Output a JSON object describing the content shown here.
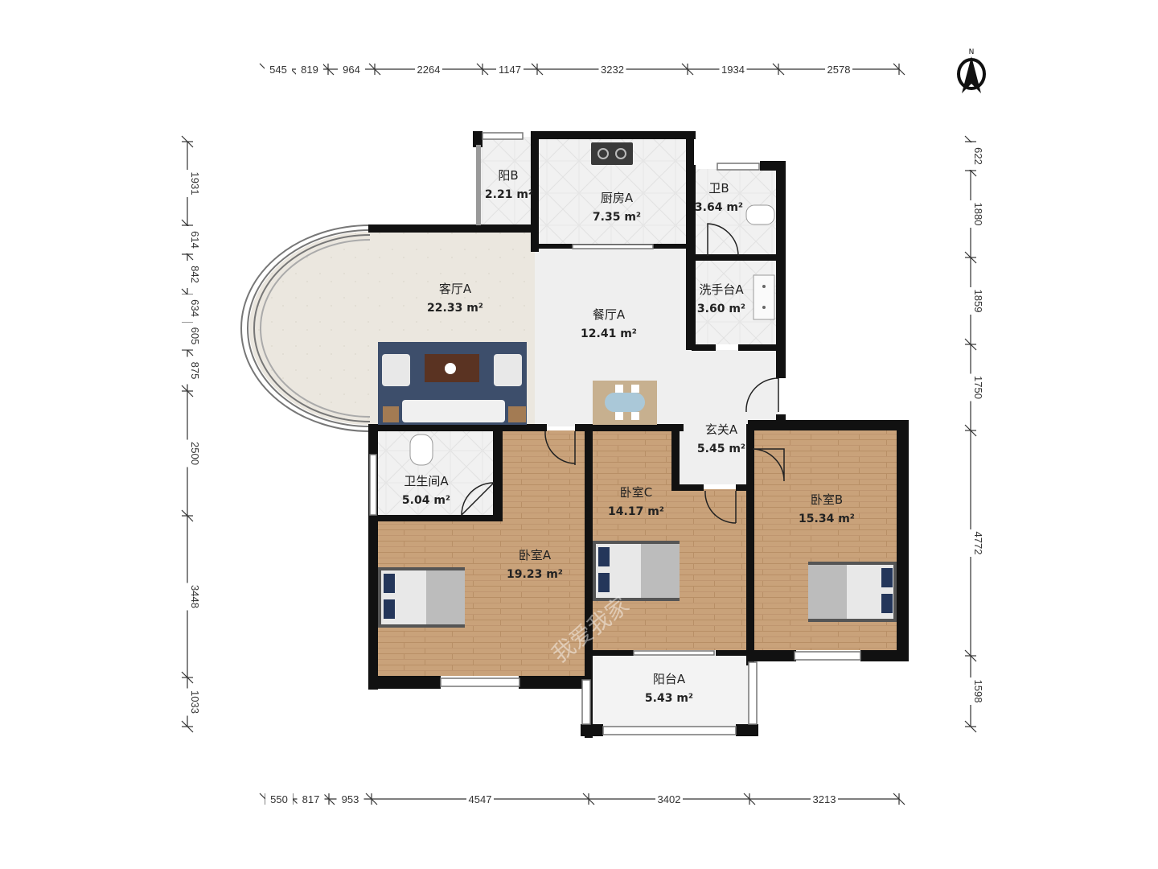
{
  "compass": {
    "label": "N"
  },
  "watermark": {
    "text": "我爱我家"
  },
  "rooms": [
    {
      "id": "balcony-b",
      "name": "阳B",
      "area": "2.21 m²"
    },
    {
      "id": "kitchen-a",
      "name": "厨房A",
      "area": "7.35 m²"
    },
    {
      "id": "bath-b",
      "name": "卫B",
      "area": "3.64 m²"
    },
    {
      "id": "living-a",
      "name": "客厅A",
      "area": "22.33 m²"
    },
    {
      "id": "dining-a",
      "name": "餐厅A",
      "area": "12.41 m²"
    },
    {
      "id": "washbasin-a",
      "name": "洗手台A",
      "area": "3.60 m²"
    },
    {
      "id": "foyer-a",
      "name": "玄关A",
      "area": "5.45 m²"
    },
    {
      "id": "bath-a",
      "name": "卫生间A",
      "area": "5.04 m²"
    },
    {
      "id": "bedroom-c",
      "name": "卧室C",
      "area": "14.17 m²"
    },
    {
      "id": "bedroom-b",
      "name": "卧室B",
      "area": "15.34 m²"
    },
    {
      "id": "bedroom-a",
      "name": "卧室A",
      "area": "19.23 m²"
    },
    {
      "id": "balcony-a",
      "name": "阳台A",
      "area": "5.43 m²"
    }
  ],
  "dimensions": {
    "top": [
      "545",
      "819",
      "964",
      "2264",
      "1147",
      "3232",
      "1934",
      "2578"
    ],
    "bottom": [
      "550",
      "817",
      "953",
      "4547",
      "3402",
      "3213"
    ],
    "left": [
      "1931",
      "614",
      "842",
      "634",
      "605",
      "875",
      "2500",
      "3448",
      "1033"
    ],
    "right": [
      "622",
      "1880",
      "1859",
      "1750",
      "4772",
      "1598"
    ]
  }
}
